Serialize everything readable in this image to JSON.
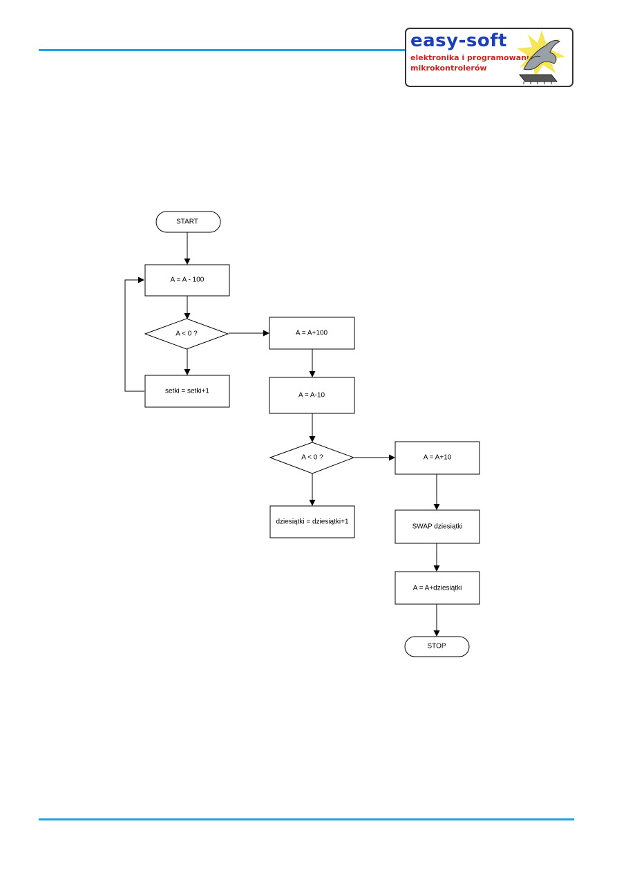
{
  "logo": {
    "brand": "easy-soft",
    "tagline_1": "elektronika i programowanie",
    "tagline_2": "mikrokontrolerów"
  },
  "colors": {
    "rule": "#1aa3e0",
    "brand": "#1d3fb5",
    "tagline": "#d42020"
  },
  "flowchart": {
    "start": "START",
    "step_sub100": "A = A - 100",
    "decision_1": "A < 0 ?",
    "step_setki": "setki = setki+1",
    "step_add100": "A = A+100",
    "step_sub10": "A = A-10",
    "decision_2": "A < 0 ?",
    "step_dziesiatki": "dziesiątki = dziesiątki+1",
    "step_add10": "A = A+10",
    "step_swap": "SWAP dziesiątki",
    "step_add_dziesiatki": "A = A+dziesiątki",
    "stop": "STOP"
  }
}
